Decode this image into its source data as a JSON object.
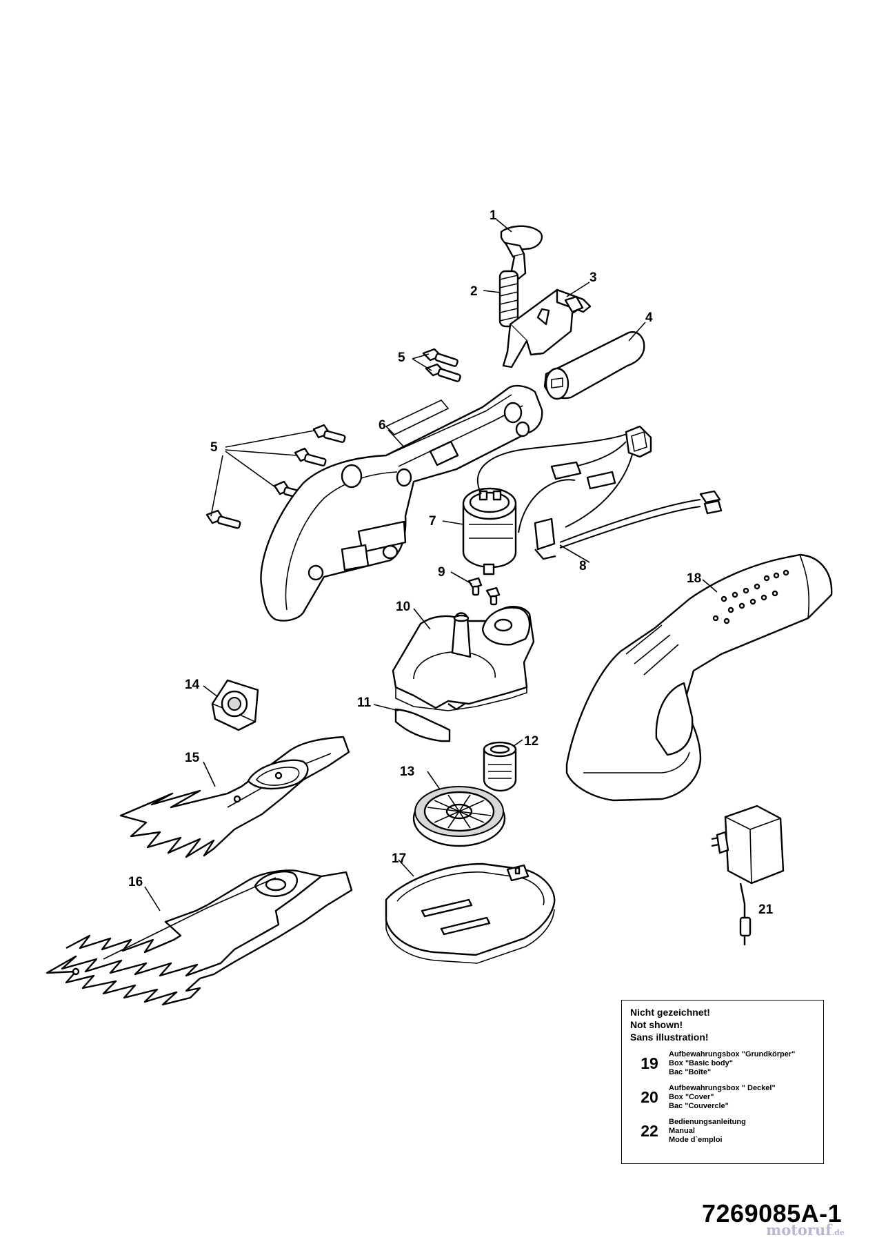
{
  "callouts": [
    {
      "id": "1",
      "label": "1"
    },
    {
      "id": "2",
      "label": "2"
    },
    {
      "id": "3",
      "label": "3"
    },
    {
      "id": "4",
      "label": "4"
    },
    {
      "id": "5a",
      "label": "5"
    },
    {
      "id": "5b",
      "label": "5"
    },
    {
      "id": "6",
      "label": "6"
    },
    {
      "id": "7",
      "label": "7"
    },
    {
      "id": "8",
      "label": "8"
    },
    {
      "id": "9",
      "label": "9"
    },
    {
      "id": "10",
      "label": "10"
    },
    {
      "id": "11",
      "label": "11"
    },
    {
      "id": "12",
      "label": "12"
    },
    {
      "id": "13",
      "label": "13"
    },
    {
      "id": "14",
      "label": "14"
    },
    {
      "id": "15",
      "label": "15"
    },
    {
      "id": "16",
      "label": "16"
    },
    {
      "id": "17",
      "label": "17"
    },
    {
      "id": "18",
      "label": "18"
    },
    {
      "id": "21",
      "label": "21"
    }
  ],
  "not_shown": {
    "heading": [
      "Nicht gezeichnet!",
      "Not shown!",
      "Sans illustration!"
    ],
    "items": [
      {
        "number": "19",
        "lines": [
          "Aufbewahrungsbox \"Grundkörper\"",
          "Box \"Basic body\"",
          "Bac \"Boîte\""
        ]
      },
      {
        "number": "20",
        "lines": [
          "Aufbewahrungsbox \" Deckel\"",
          "Box \"Cover\"",
          "Bac \"Couvercle\""
        ]
      },
      {
        "number": "22",
        "lines": [
          "Bedienungsanleitung",
          "Manual",
          "Mode d`emploi"
        ]
      }
    ]
  },
  "document_id": "7269085A-1",
  "watermark": {
    "brand": "motoruf",
    "suffix": ".de",
    "color": "#b9b6d6"
  }
}
